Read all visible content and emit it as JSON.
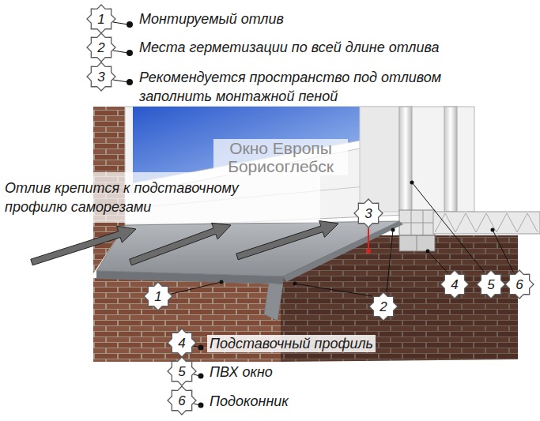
{
  "diagram": {
    "nodes": [
      {
        "text": [
          "1"
        ]
      },
      {
        "text": [
          "2"
        ]
      },
      {
        "text": [
          "3"
        ]
      },
      {
        "text": [
          "3"
        ]
      },
      {
        "text": [
          "4"
        ]
      },
      {
        "text": [
          "5"
        ]
      },
      {
        "text": [
          "6"
        ]
      },
      {
        "text": [
          "1"
        ]
      },
      {
        "text": [
          "2"
        ]
      },
      {
        "text": [
          "4"
        ]
      },
      {
        "text": [
          "5"
        ]
      },
      {
        "text": [
          "6"
        ]
      }
    ],
    "labels": [
      "Монтируемый отлив",
      "Места герметизации по всей длине отлива",
      "Рекомендуется пространство под отливом заполнить монтажной пеной",
      "Отлив крепится к подставочному профилю саморезами",
      "Окно Европы Борисоглебск",
      "Подставочный профиль",
      "ПВХ окно",
      "Подоконник"
    ]
  }
}
